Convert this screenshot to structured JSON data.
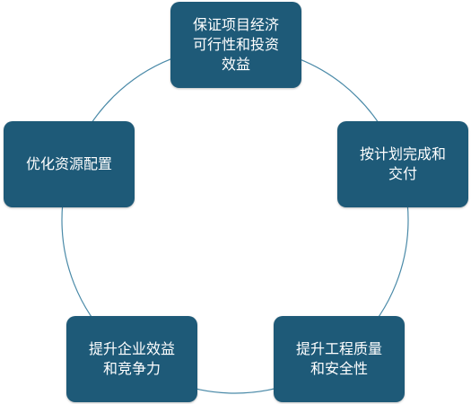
{
  "diagram": {
    "nodes": [
      {
        "id": "n1",
        "label": "保证项目经济\n可行性和投资\n效益"
      },
      {
        "id": "n2",
        "label": "按计划完成和\n交付"
      },
      {
        "id": "n3",
        "label": "提升工程质量\n和安全性"
      },
      {
        "id": "n4",
        "label": "提升企业效益\n和竞争力"
      },
      {
        "id": "n5",
        "label": "优化资源配置"
      }
    ],
    "colors": {
      "node_fill": "#1e5a78",
      "node_text": "#ffffff",
      "ring_stroke": "#4a8aa8"
    }
  }
}
